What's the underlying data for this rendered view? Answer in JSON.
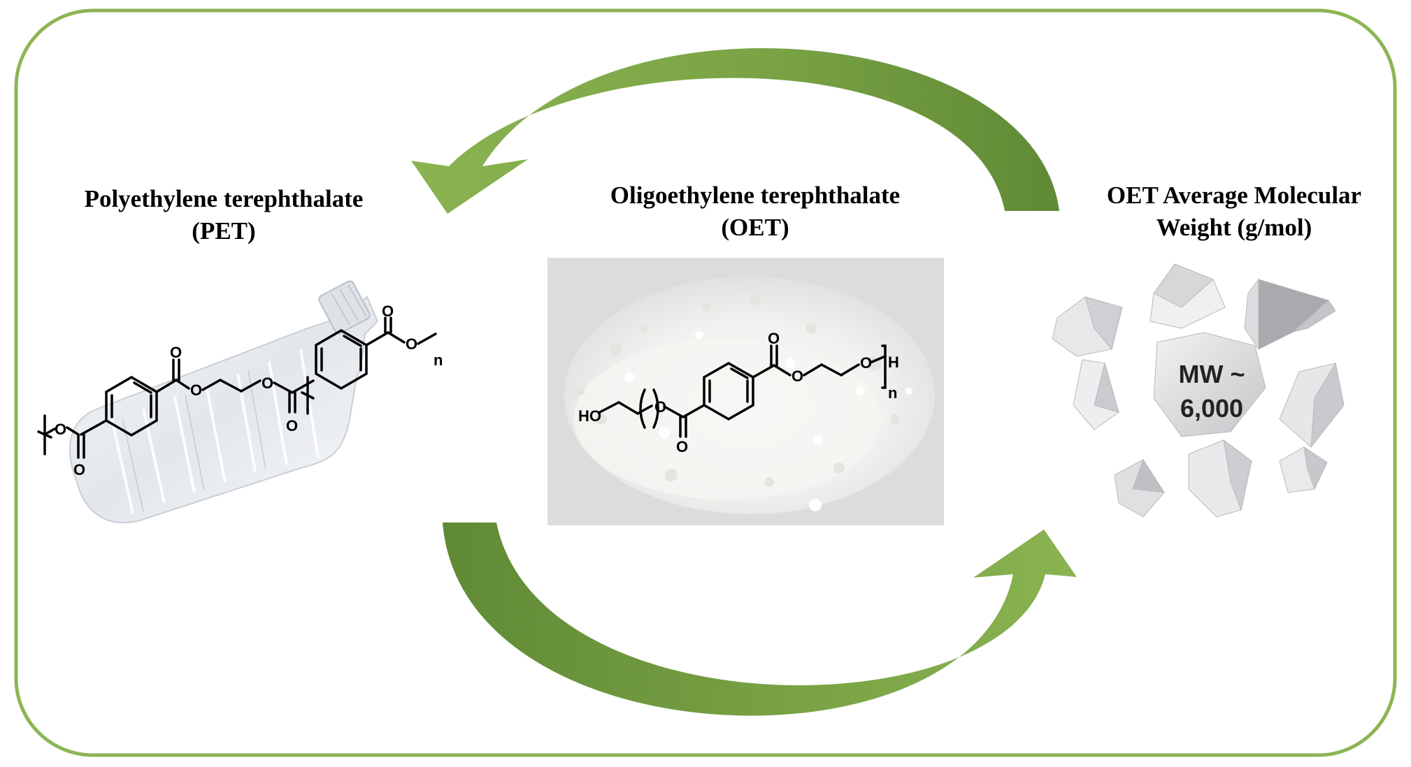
{
  "pet": {
    "title_line1": "Polyethylene terephthalate",
    "title_line2": "(PET)",
    "repeat_index": "n"
  },
  "oet": {
    "title_line1": "Oligoethylene terephthalate",
    "title_line2": "(OET)",
    "end_group": "HO",
    "h_end": "H",
    "repeat_index": "n"
  },
  "mw": {
    "title_line1": "OET Average Molecular",
    "title_line2": "Weight (g/mol)",
    "value_line1": "MW ~",
    "value_line2": "6,000"
  },
  "colors": {
    "frame": "#8db554",
    "arrow_light": "#8ab350",
    "arrow_dark": "#5f8a35",
    "powder_bg": "#dcdcda"
  }
}
